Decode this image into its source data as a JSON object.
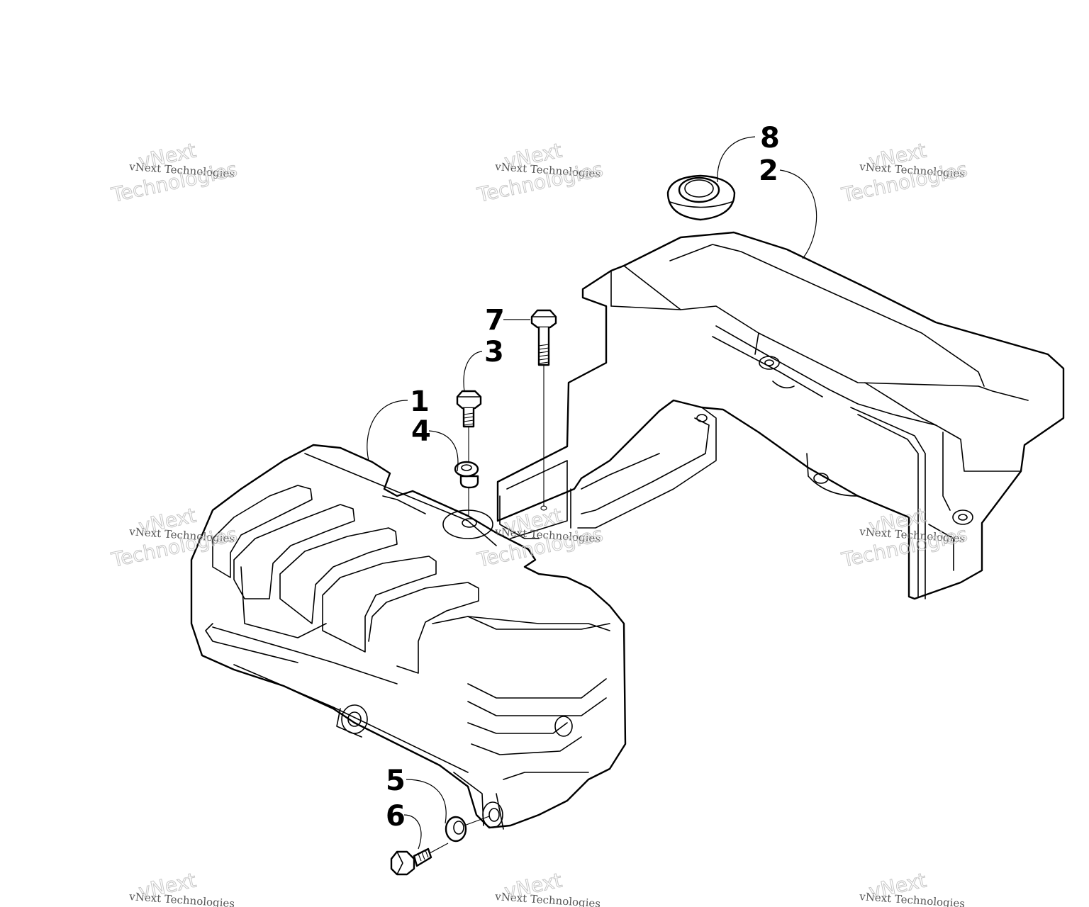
{
  "callouts": [
    {
      "id": "c1",
      "label": "1"
    },
    {
      "id": "c2",
      "label": "2"
    },
    {
      "id": "c3",
      "label": "3"
    },
    {
      "id": "c4",
      "label": "4"
    },
    {
      "id": "c5",
      "label": "5"
    },
    {
      "id": "c6",
      "label": "6"
    },
    {
      "id": "c7",
      "label": "7"
    },
    {
      "id": "c8",
      "label": "8"
    }
  ],
  "watermark": {
    "line_small": "vNext Technologies",
    "line_big_1": "vNext",
    "line_big_2": "Technologies"
  }
}
